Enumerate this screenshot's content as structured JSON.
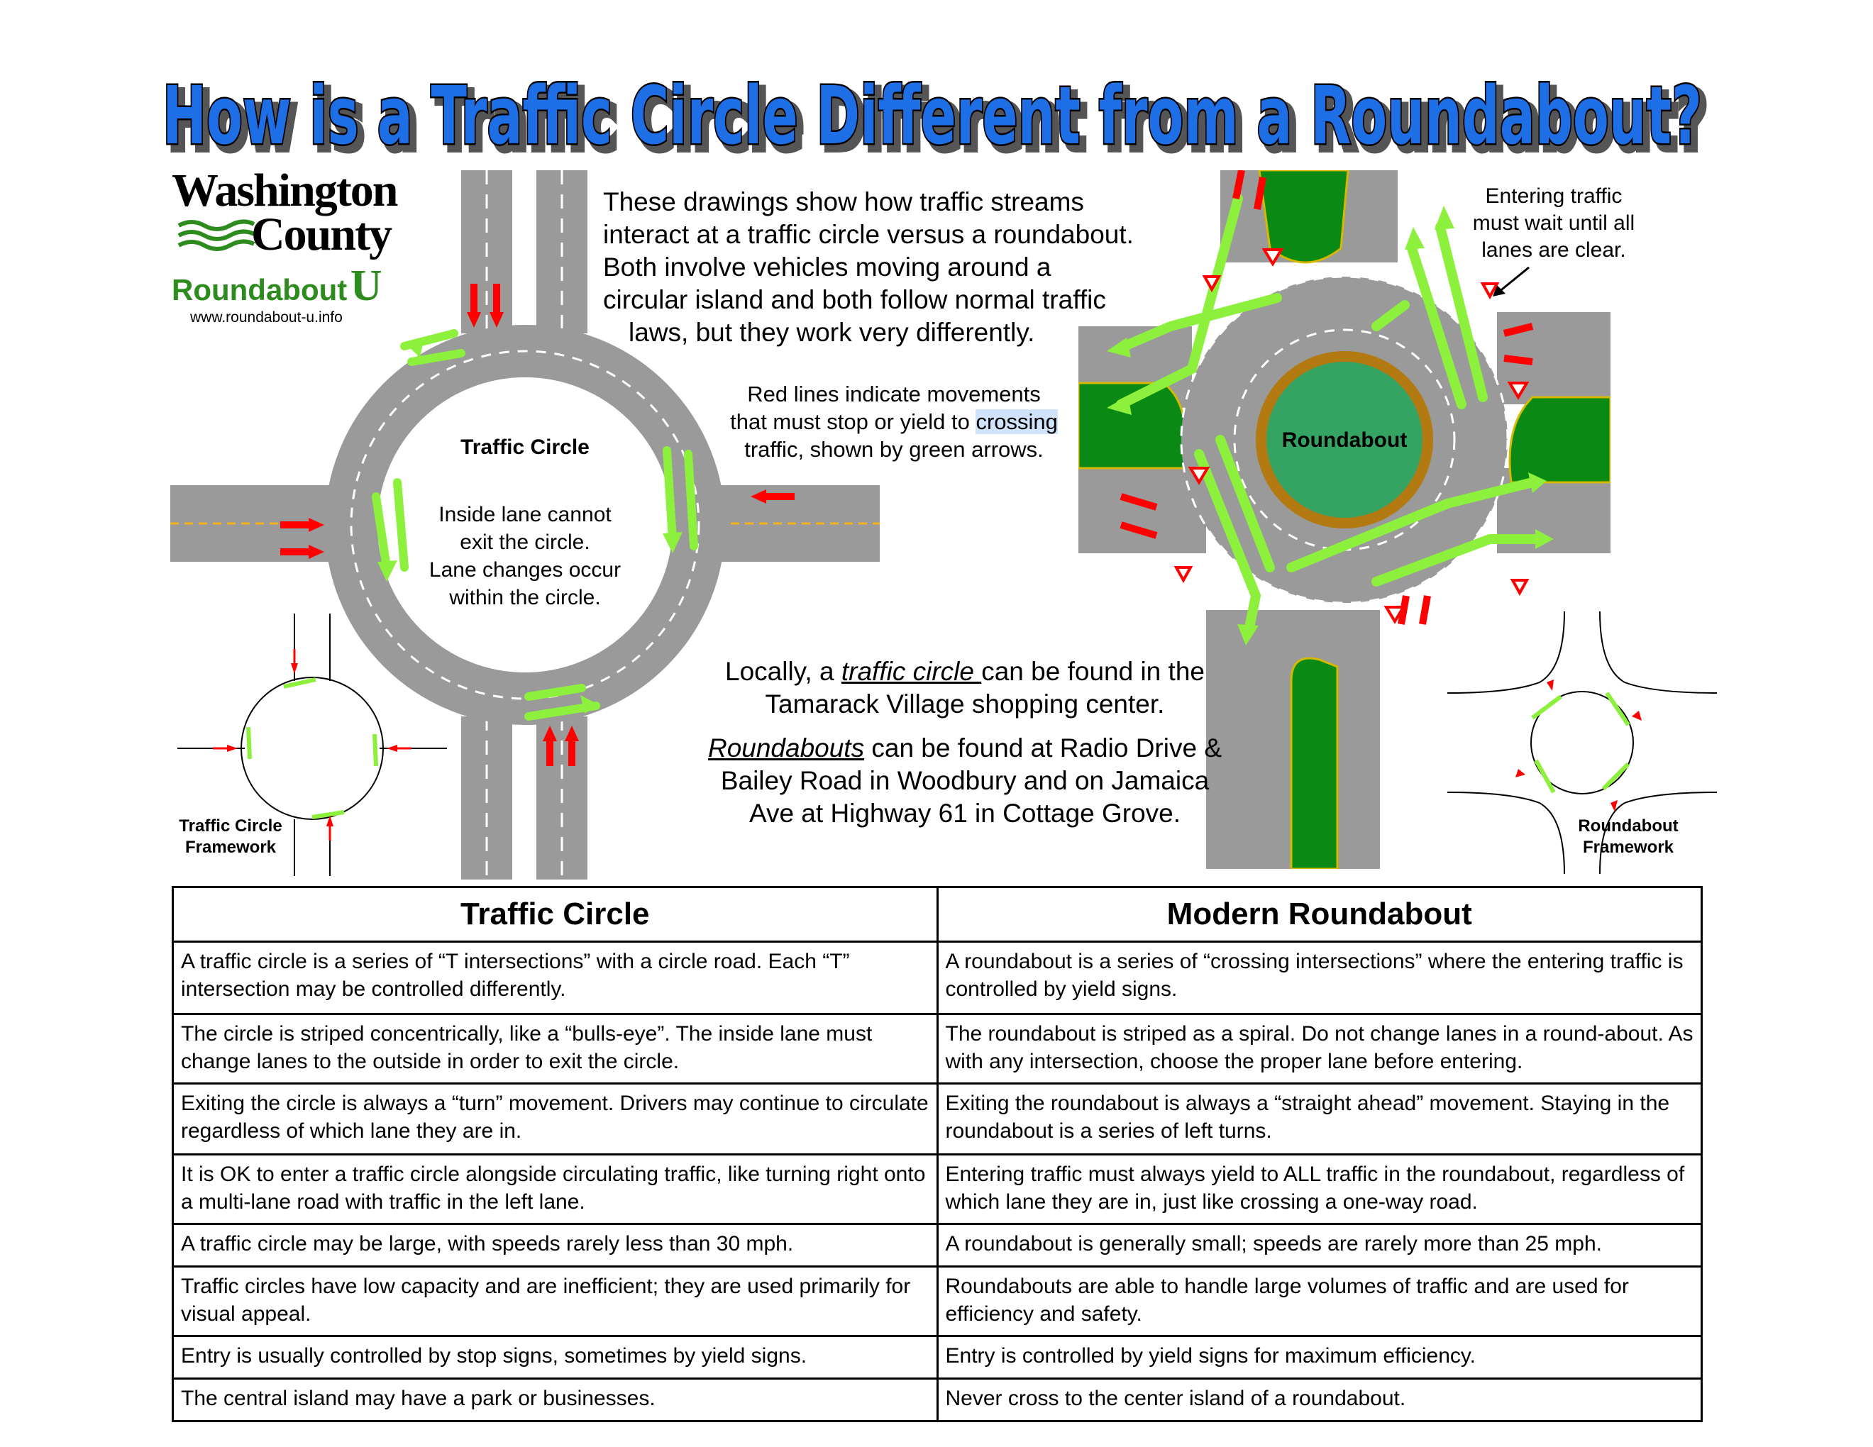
{
  "title": "How is a Traffic Circle Different from a Roundabout?",
  "logo": {
    "line1": "Washington",
    "line2": "County",
    "line3": "Roundabout",
    "line3_letter": "U",
    "url": "www.roundabout-u.info"
  },
  "intro_lines": [
    "These drawings show how traffic streams",
    "interact at a traffic circle versus a roundabout.",
    "Both involve vehicles moving around a",
    "circular island and both follow normal traffic",
    "laws, but they work very differently."
  ],
  "red_note": {
    "line1": "Red lines indicate movements",
    "line2_a": "that must stop or yield to ",
    "line2_b": "crossing",
    "line3": "traffic, shown by green arrows."
  },
  "entering_note": [
    "Entering traffic",
    "must wait until all",
    "lanes are clear."
  ],
  "traffic_circle_diagram": {
    "label": "Traffic Circle",
    "note_lines": [
      "Inside lane cannot",
      "exit the circle.",
      "Lane changes occur",
      "within the circle."
    ]
  },
  "roundabout_diagram": {
    "label": "Roundabout"
  },
  "framework_labels": {
    "circle": [
      "Traffic Circle",
      "Framework"
    ],
    "roundabout": [
      "Roundabout",
      "Framework"
    ]
  },
  "local_info": {
    "p1_a": "Locally, a ",
    "p1_em": "traffic circle ",
    "p1_b": "can be found in the",
    "p1_line2": "Tamarack Village shopping center.",
    "p2_em": "Roundabouts",
    "p2_a": " can be found at Radio Drive &",
    "p2_line2": "Bailey Road in Woodbury and on Jamaica",
    "p2_line3": "Ave at Highway 61 in Cottage Grove."
  },
  "table": {
    "headers": [
      "Traffic Circle",
      "Modern Roundabout"
    ],
    "rows": [
      [
        "A traffic circle is a series of “T intersections” with a circle road.  Each “T” intersection may be controlled differently.",
        "A roundabout is a series of “crossing intersections” where the entering traffic is controlled by yield signs."
      ],
      [
        "The circle is striped concentrically, like a “bulls-eye”.  The inside lane must change lanes to the outside in order to exit the circle.",
        "The roundabout is striped as a spiral.  Do not change lanes in a round-about. As with any intersection, choose the proper lane before entering."
      ],
      [
        "Exiting the circle is always a “turn” movement.  Drivers may continue to circulate regardless of which lane they are in.",
        "Exiting the roundabout is always a “straight ahead” movement.  Staying in the roundabout is a series of left turns."
      ],
      [
        "It is OK to enter a traffic circle alongside circulating traffic, like turning right onto a multi-lane road with traffic in the left lane.",
        "Entering traffic must always yield to ALL traffic in the roundabout, regardless of which lane they are in, just like crossing a one-way road."
      ],
      [
        "A traffic circle may be large, with speeds rarely less than 30 mph.",
        "A roundabout is generally small; speeds are rarely more than 25 mph."
      ],
      [
        "Traffic circles have low capacity and are inefficient; they are used primarily for visual appeal.",
        "Roundabouts are able to handle large volumes of traffic and are used for efficiency and safety."
      ],
      [
        "Entry is usually controlled by stop signs, sometimes by yield signs.",
        "Entry is controlled by yield signs for maximum efficiency."
      ],
      [
        "The central island may have a park or businesses.",
        "Never cross to the center island of a roundabout."
      ]
    ]
  },
  "colors": {
    "title_blue": "#1e6ee6",
    "road_gray": "#9a9a9a",
    "green_arrow": "#8cf03c",
    "red_arrow": "#ff0000",
    "island_green": "#0a8a14",
    "ring_brown": "#b27a10",
    "center_green": "#35a463",
    "logo_green": "#2e8b1e"
  }
}
